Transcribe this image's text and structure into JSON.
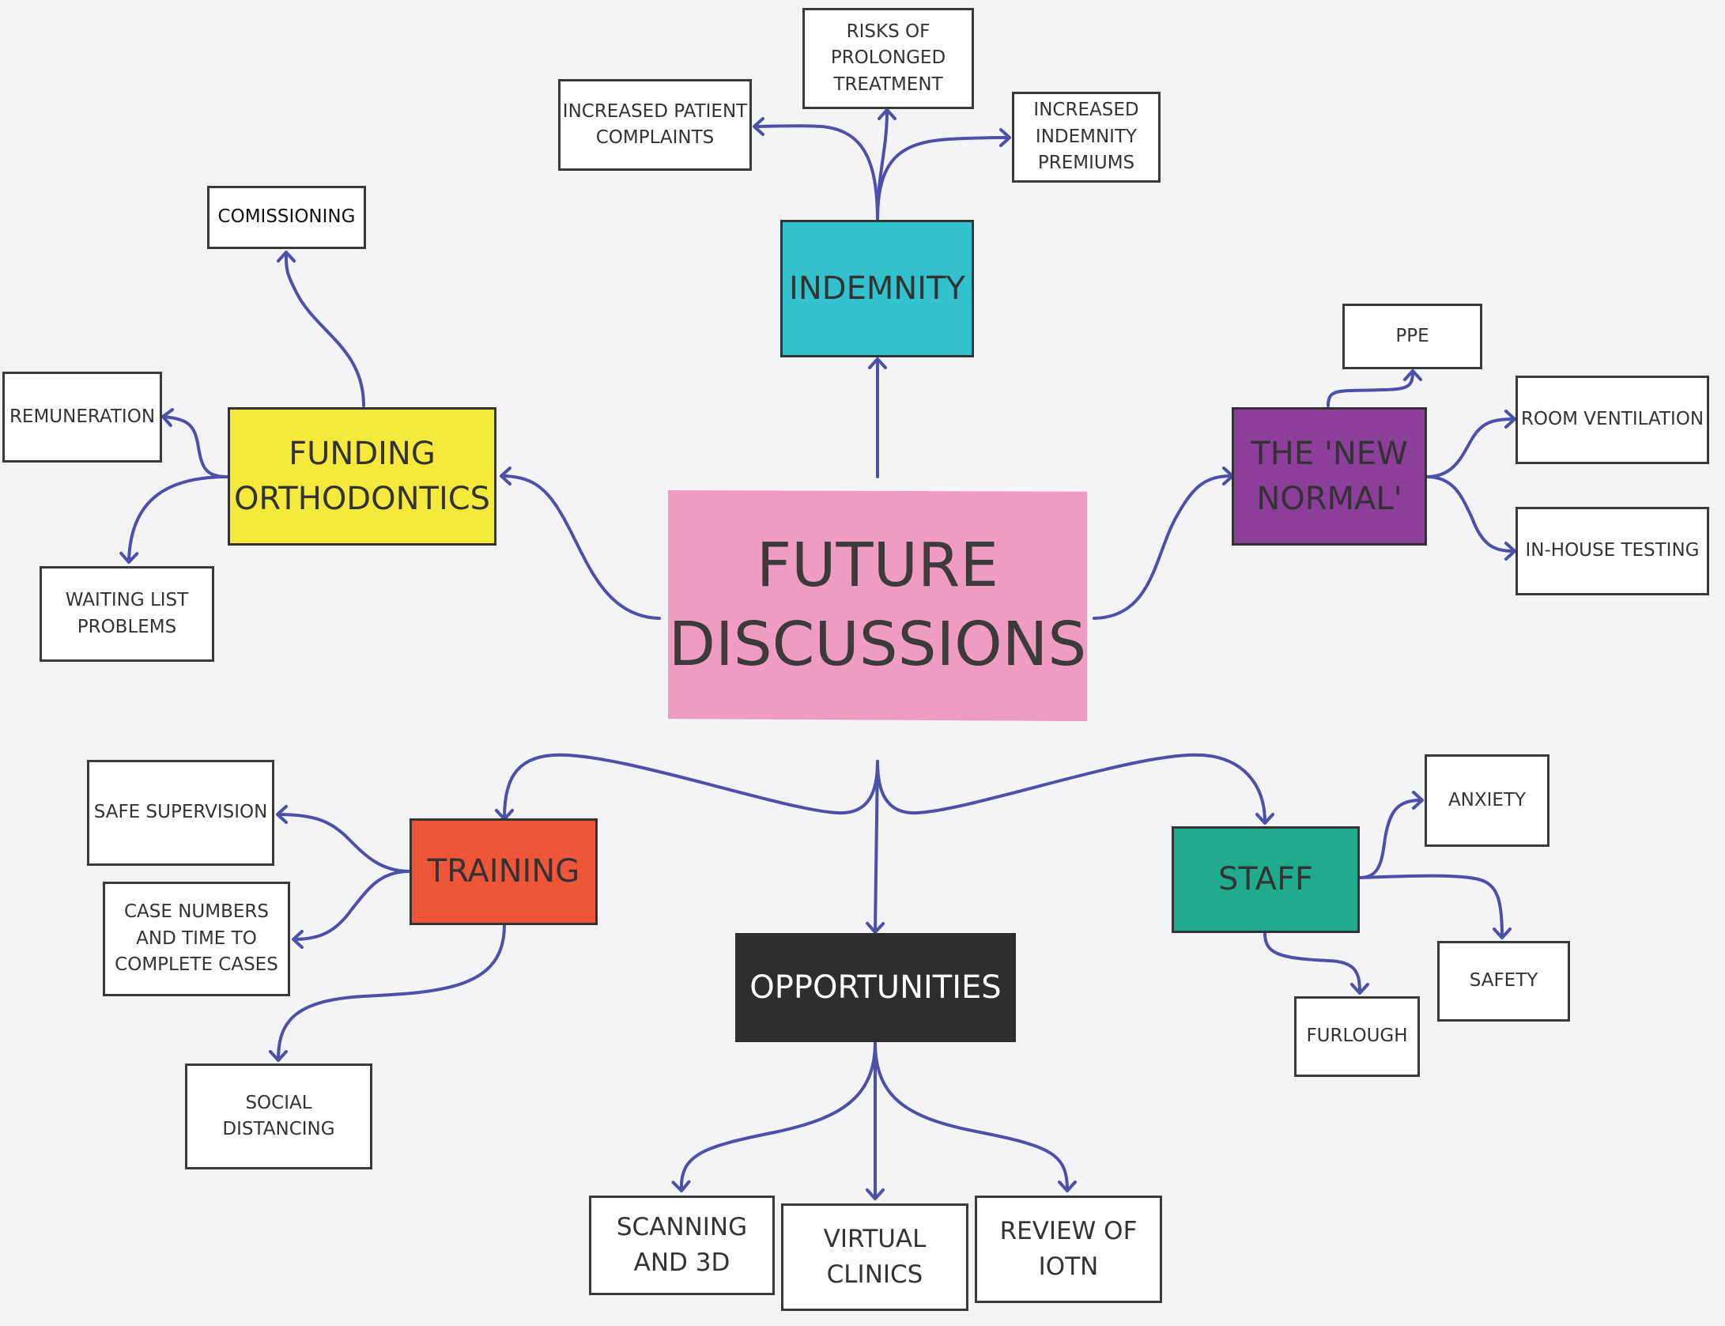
{
  "colors": {
    "connector": "#4c50a8",
    "center": "#f09bc2",
    "indemnity": "#33c2cd",
    "funding": "#f5ea3c",
    "new_normal": "#8d3d9a",
    "training": "#ef5637",
    "staff": "#20ac8c",
    "opportunities": "#2e2e2e",
    "leaf": "#ffffff"
  },
  "center": {
    "label": "FUTURE\nDISCUSSIONS"
  },
  "hubs": {
    "indemnity": "INDEMNITY",
    "funding": "FUNDING\nORTHODONTICS",
    "new_normal": "THE 'NEW\nNORMAL'",
    "training": "TRAINING",
    "staff": "STAFF",
    "opportunities": "OPPORTUNITIES"
  },
  "leaves": {
    "risks": "RISKS OF\nPROLONGED\nTREATMENT",
    "complaints": "INCREASED PATIENT\nCOMPLAINTS",
    "premiums": "INCREASED\nINDEMNITY\nPREMIUMS",
    "comissioning": "COMISSIONING",
    "remuneration": "REMUNERATION",
    "waiting_list": "WAITING LIST\nPROBLEMS",
    "ppe": "PPE",
    "ventilation": "ROOM VENTILATION",
    "testing": "IN-HOUSE TESTING",
    "supervision": "SAFE SUPERVISION",
    "case_numbers": "CASE NUMBERS\nAND TIME TO\nCOMPLETE CASES",
    "distancing": "SOCIAL\nDISTANCING",
    "anxiety": "ANXIETY",
    "safety": "SAFETY",
    "furlough": "FURLOUGH",
    "scanning": "SCANNING\nAND 3D",
    "virtual": "VIRTUAL\nCLINICS",
    "iotn": "REVIEW OF\nIOTN"
  }
}
